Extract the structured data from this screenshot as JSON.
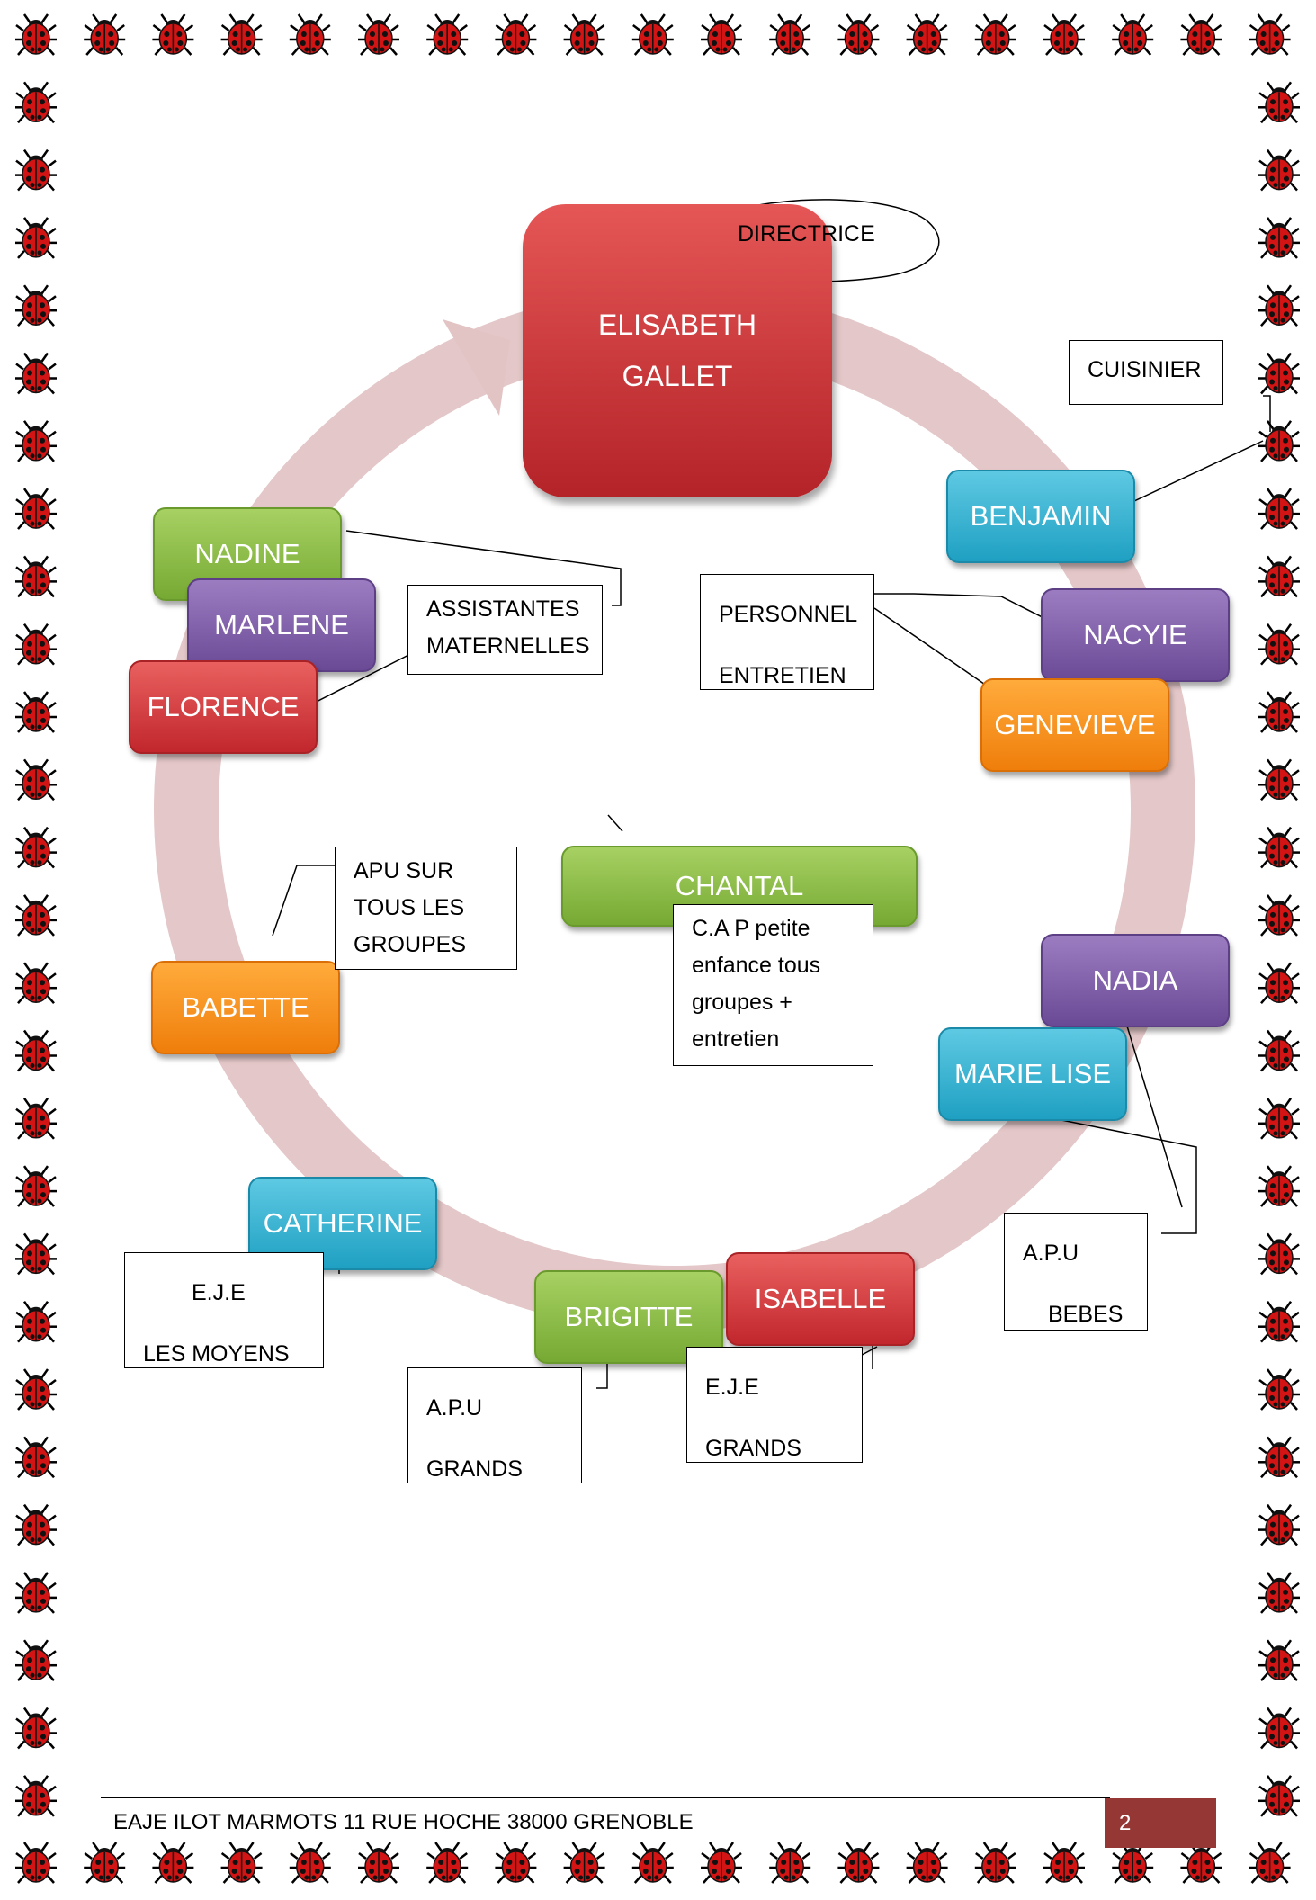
{
  "director": {
    "line1": "ELISABETH",
    "line2": "GALLET",
    "callout": "DIRECTRICE"
  },
  "staff": {
    "benjamin": "BENJAMIN",
    "nacyie": "NACYIE",
    "genevieve": "GENEVIEVE",
    "nadine": "NADINE",
    "marlene": "MARLENE",
    "florence": "FLORENCE",
    "chantal": "CHANTAL",
    "babette": "BABETTE",
    "nadia": "NADIA",
    "marie_lise": "MARIE LISE",
    "catherine": "CATHERINE",
    "brigitte": "BRIGITTE",
    "isabelle": "ISABELLE"
  },
  "roles": {
    "cuisinier": "CUISINIER",
    "entretien": {
      "line1": "PERSONNEL",
      "line2": "ENTRETIEN"
    },
    "assistantes": {
      "line1": "ASSISTANTES",
      "line2": "MATERNELLES"
    },
    "apu_tous": {
      "line1": "APU SUR",
      "line2": "TOUS LES",
      "line3": "GROUPES"
    },
    "cap": {
      "line1": "C.A P petite",
      "line2": "enfance tous",
      "line3": "groupes +",
      "line4": "entretien"
    },
    "apu_bebes": {
      "line1": "A.P.U",
      "line2": "BEBES"
    },
    "eje_moyens": {
      "line1": "E.J.E",
      "line2": "LES MOYENS"
    },
    "apu_grands": {
      "line1": "A.P.U",
      "line2": "GRANDS"
    },
    "eje_grands": {
      "line1": "E.J.E",
      "line2": "GRANDS"
    }
  },
  "footer": {
    "text": "EAJE ILOT MARMOTS 11 RUE HOCHE 38000 GRENOBLE",
    "page": "2"
  },
  "colors": {
    "red": "#c1272d",
    "green": "#76a933",
    "purple": "#6a4a95",
    "blue": "#1fa0c2",
    "orange": "#ef7e0b",
    "ring": "#e4c4c4",
    "page_badge": "#953735"
  },
  "icons": {
    "border_motif": "ladybug-icon"
  }
}
